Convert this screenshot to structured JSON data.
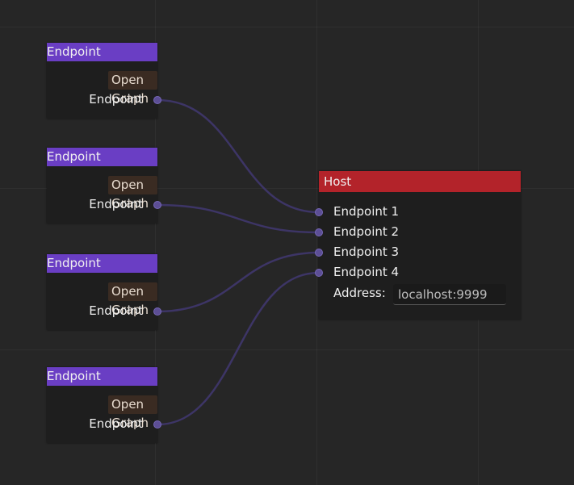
{
  "colors": {
    "background": "#262626",
    "endpoint_header": "#6a3ec4",
    "host_header": "#b3232a",
    "wire": "#3d3566",
    "port": "#5c4e95"
  },
  "endpoints": [
    {
      "title": "Endpoint",
      "button": "Open Graph",
      "output": "Endpoint"
    },
    {
      "title": "Endpoint",
      "button": "Open Graph",
      "output": "Endpoint"
    },
    {
      "title": "Endpoint",
      "button": "Open Graph",
      "output": "Endpoint"
    },
    {
      "title": "Endpoint",
      "button": "Open Graph",
      "output": "Endpoint"
    }
  ],
  "host": {
    "title": "Host",
    "inputs": [
      "Endpoint 1",
      "Endpoint 2",
      "Endpoint 3",
      "Endpoint 4"
    ],
    "address_label": "Address:",
    "address_value": "localhost:9999"
  },
  "connections": [
    {
      "from": 0,
      "to": 0
    },
    {
      "from": 1,
      "to": 1
    },
    {
      "from": 2,
      "to": 2
    },
    {
      "from": 3,
      "to": 3
    }
  ]
}
